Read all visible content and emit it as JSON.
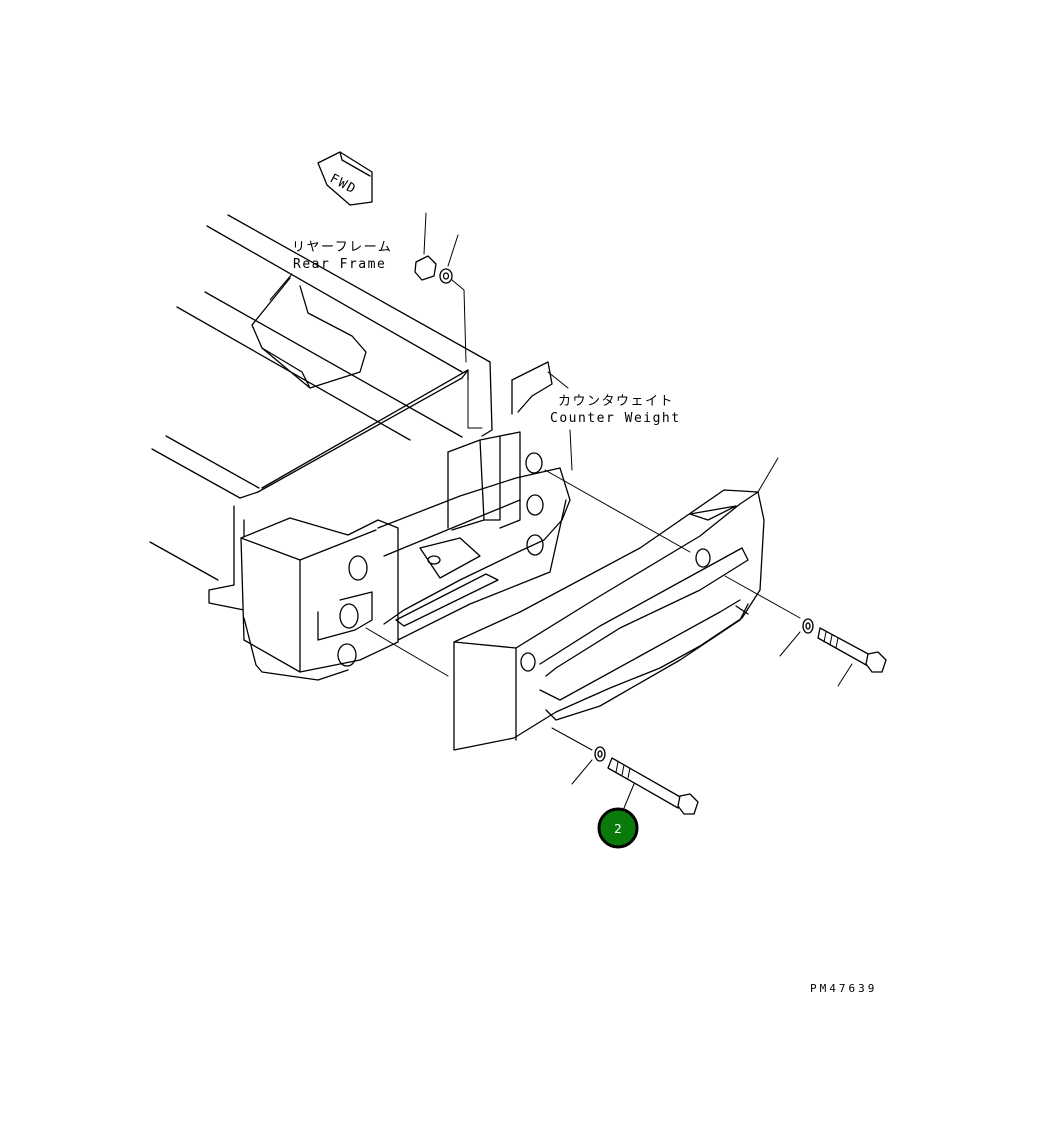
{
  "labels": {
    "fwd": "FWD",
    "rear_frame_jp": "リヤーフレーム",
    "rear_frame_en": "Rear Frame",
    "counter_weight_jp": "カウンタウェイト",
    "counter_weight_en": "Counter Weight"
  },
  "callouts": [
    {
      "number": "2"
    }
  ],
  "drawing_code": "PM47639",
  "colors": {
    "callout_fill": "#0a7a0a",
    "line": "#000000",
    "background": "#ffffff"
  }
}
